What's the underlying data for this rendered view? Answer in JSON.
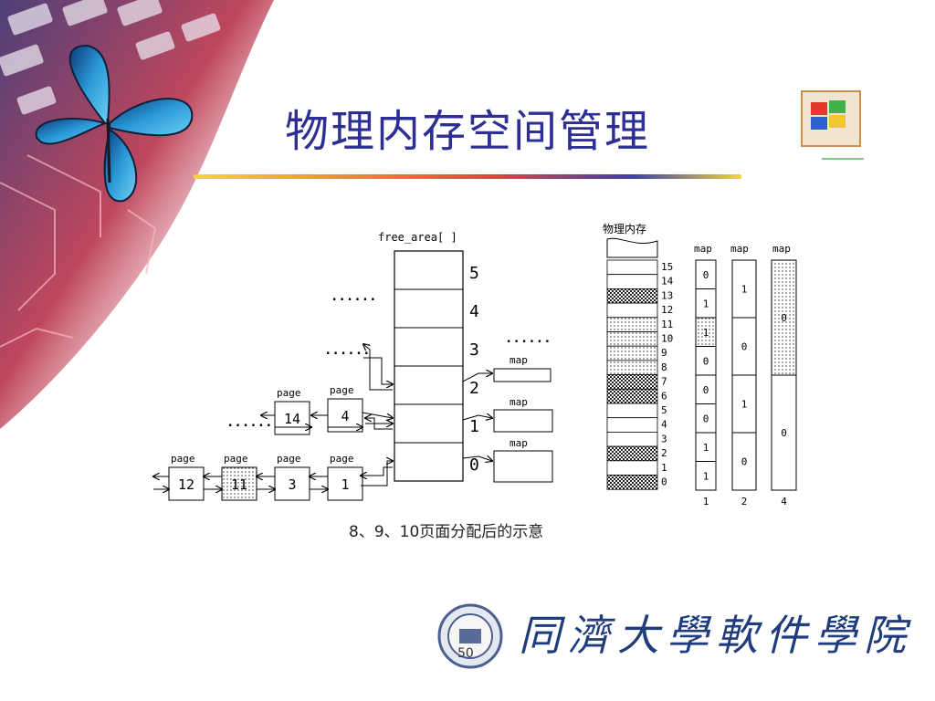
{
  "slide": {
    "title": "物理内存空间管理",
    "caption": "8、9、10页面分配后的示意",
    "school_name": "同濟大學軟件學院",
    "page_number": "50"
  },
  "diagram": {
    "free_area_label": "free_area[ ]",
    "free_area_indices": [
      "5",
      "4",
      "3",
      "2",
      "1",
      "0"
    ],
    "ellipsis": "......",
    "map_label": "map",
    "page_label": "page",
    "row1_pages": [
      "14",
      "4"
    ],
    "row0_pages": [
      "12",
      "11",
      "3",
      "1"
    ],
    "mem_title": "物理内存",
    "mem_frames": [
      "15",
      "14",
      "13",
      "12",
      "11",
      "10",
      "9",
      "8",
      "7",
      "6",
      "5",
      "4",
      "3",
      "2",
      "1",
      "0"
    ],
    "map1_values": [
      "0",
      "1",
      "1",
      "0",
      "0",
      "0",
      "1",
      "1"
    ],
    "map2_values": [
      "1",
      "0",
      "1",
      "0"
    ],
    "map4_values": [
      "0",
      "0"
    ],
    "map_order_labels": [
      "1",
      "2",
      "4"
    ]
  },
  "colors": {
    "title": "#2d2f94",
    "accent_gradient": [
      "#f5d43a",
      "#e0443a",
      "#3b3fae"
    ]
  }
}
